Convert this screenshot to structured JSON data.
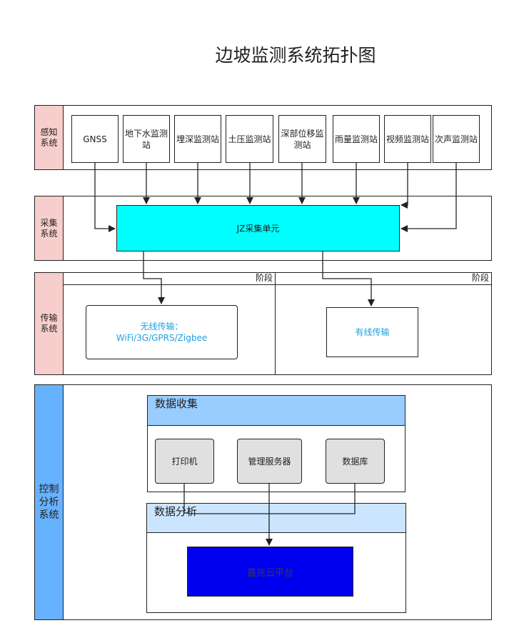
{
  "title": "边坡监测系统拓扑图",
  "lanes": {
    "sensing": "感知系统",
    "collection": "采集系统",
    "transmission": "传输系统",
    "control": "控制分析系统"
  },
  "sensors": [
    "GNSS",
    "地下水监测站",
    "埋深监测站",
    "土压监测站",
    "深部位移监测站",
    "雨量监测站",
    "视频监测站",
    "次声监测站"
  ],
  "collection_unit": "JZ采集单元",
  "phases": {
    "left_header": "阶段",
    "right_header": "阶段"
  },
  "transmission": {
    "wireless_line1": "无线传输：",
    "wireless_line2": "WiFi/3G/GPRS/Zigbee",
    "wired": "有线传输"
  },
  "data_collect": {
    "header": "数据收集",
    "items": [
      "打印机",
      "管理服务器",
      "数据库"
    ]
  },
  "data_analysis": {
    "header": "数据分析",
    "platform": "嘉兆云平台"
  },
  "colors": {
    "lane_label_pink": "#f8cecc",
    "lane_label_blue": "#66b2ff",
    "collection_unit": "#00ffff",
    "collect_header": "#99ccff",
    "analysis_header": "#cce5ff",
    "platform": "#0000ee",
    "accent_text": "#1ba1e2"
  }
}
